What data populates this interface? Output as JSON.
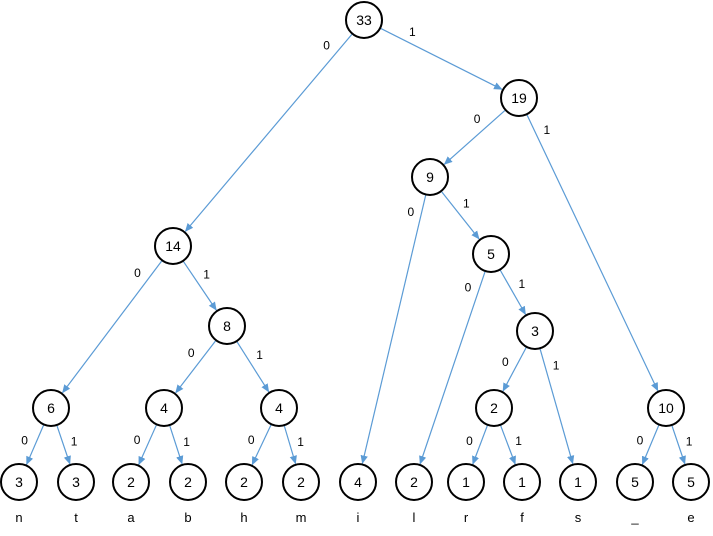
{
  "diagram": {
    "nodes": [
      {
        "id": "n33",
        "value": "33"
      },
      {
        "id": "n14",
        "value": "14"
      },
      {
        "id": "n19",
        "value": "19"
      },
      {
        "id": "n9",
        "value": "9"
      },
      {
        "id": "n10",
        "value": "10"
      },
      {
        "id": "n5",
        "value": "5"
      },
      {
        "id": "n3b",
        "value": "3"
      },
      {
        "id": "n2b",
        "value": "2"
      },
      {
        "id": "n6",
        "value": "6"
      },
      {
        "id": "n8",
        "value": "8"
      },
      {
        "id": "n4a",
        "value": "4"
      },
      {
        "id": "n4b",
        "value": "4"
      },
      {
        "id": "leaf_n",
        "value": "3",
        "char": "n"
      },
      {
        "id": "leaf_t",
        "value": "3",
        "char": "t"
      },
      {
        "id": "leaf_a",
        "value": "2",
        "char": "a"
      },
      {
        "id": "leaf_b",
        "value": "2",
        "char": "b"
      },
      {
        "id": "leaf_h",
        "value": "2",
        "char": "h"
      },
      {
        "id": "leaf_m",
        "value": "2",
        "char": "m"
      },
      {
        "id": "leaf_i",
        "value": "4",
        "char": "i"
      },
      {
        "id": "leaf_l",
        "value": "2",
        "char": "l"
      },
      {
        "id": "leaf_r",
        "value": "1",
        "char": "r"
      },
      {
        "id": "leaf_f",
        "value": "1",
        "char": "f"
      },
      {
        "id": "leaf_s",
        "value": "1",
        "char": "s"
      },
      {
        "id": "leaf_underscore",
        "value": "5",
        "char": "_"
      },
      {
        "id": "leaf_e",
        "value": "5",
        "char": "e"
      }
    ],
    "edges": [
      {
        "from": "n33",
        "to": "n14",
        "label": "0"
      },
      {
        "from": "n33",
        "to": "n19",
        "label": "1"
      },
      {
        "from": "n19",
        "to": "n9",
        "label": "0"
      },
      {
        "from": "n19",
        "to": "n10",
        "label": "1"
      },
      {
        "from": "n9",
        "to": "leaf_i",
        "label": "0"
      },
      {
        "from": "n9",
        "to": "n5",
        "label": "1"
      },
      {
        "from": "n5",
        "to": "leaf_l",
        "label": "0"
      },
      {
        "from": "n5",
        "to": "n3b",
        "label": "1"
      },
      {
        "from": "n3b",
        "to": "n2b",
        "label": "0"
      },
      {
        "from": "n3b",
        "to": "leaf_s",
        "label": "1"
      },
      {
        "from": "n2b",
        "to": "leaf_r",
        "label": "0"
      },
      {
        "from": "n2b",
        "to": "leaf_f",
        "label": "1"
      },
      {
        "from": "n10",
        "to": "leaf_underscore",
        "label": "0"
      },
      {
        "from": "n10",
        "to": "leaf_e",
        "label": "1"
      },
      {
        "from": "n14",
        "to": "n6",
        "label": "0"
      },
      {
        "from": "n14",
        "to": "n8",
        "label": "1"
      },
      {
        "from": "n6",
        "to": "leaf_n",
        "label": "0"
      },
      {
        "from": "n6",
        "to": "leaf_t",
        "label": "1"
      },
      {
        "from": "n8",
        "to": "n4a",
        "label": "0"
      },
      {
        "from": "n8",
        "to": "n4b",
        "label": "1"
      },
      {
        "from": "n4a",
        "to": "leaf_a",
        "label": "0"
      },
      {
        "from": "n4a",
        "to": "leaf_b",
        "label": "1"
      },
      {
        "from": "n4b",
        "to": "leaf_h",
        "label": "0"
      },
      {
        "from": "n4b",
        "to": "leaf_m",
        "label": "1"
      }
    ],
    "colors": {
      "edge": "#5b9bd5",
      "node_stroke": "#000000",
      "text": "#000000"
    }
  }
}
